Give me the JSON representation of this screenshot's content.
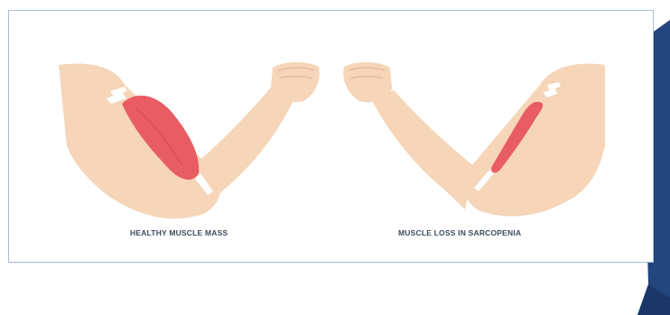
{
  "labels": {
    "healthy": "HEALTHY MUSCLE MASS",
    "sarcopenia": "MUSCLE LOSS IN SARCOPENIA"
  },
  "colors": {
    "skin": "#f6d5b8",
    "skin_shade": "#eec3a1",
    "muscle": "#e85d63",
    "muscle_shade": "#d94951",
    "tendon": "#ffffff",
    "ribbon": "#23467f",
    "ribbon_dark": "#1a3767",
    "border": "#a9c0d8"
  },
  "illustration": {
    "left_arm": "healthy-flexed-arm",
    "right_arm": "sarcopenic-flexed-arm"
  }
}
